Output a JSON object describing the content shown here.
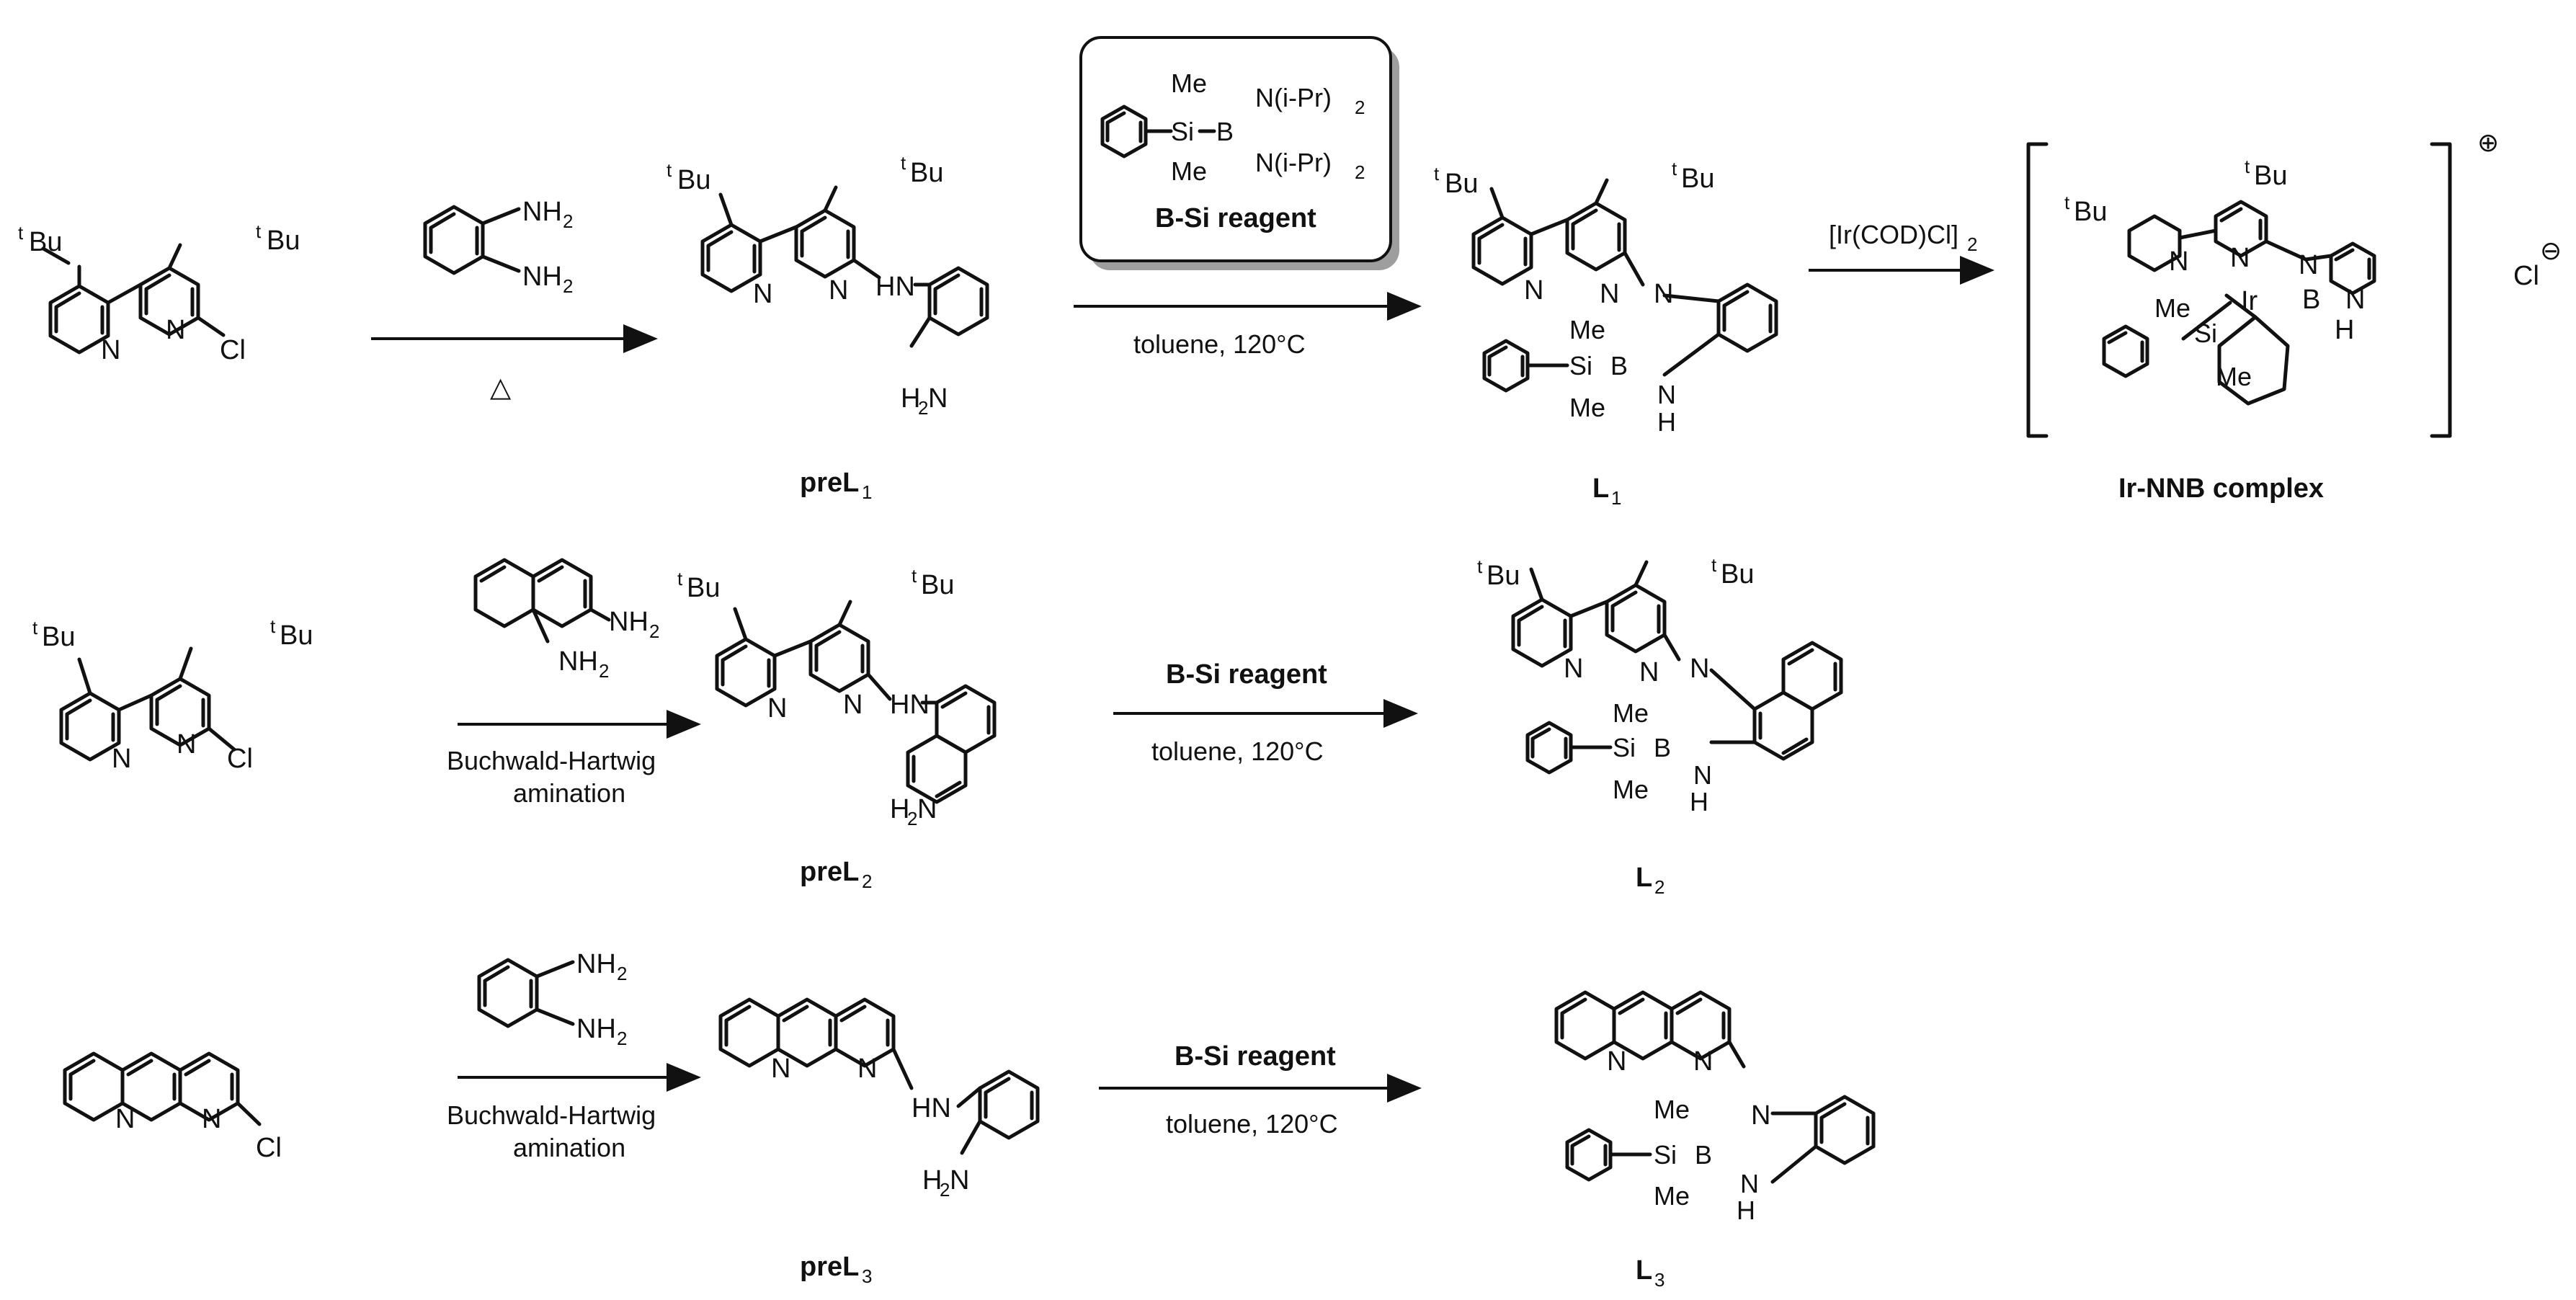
{
  "tert_butyl": "Bu",
  "tert_butyl_prefix": "t",
  "italic_t": "t",
  "chloro": "Cl",
  "nitrogen": "N",
  "amine_nh2": "NH",
  "amine_h2n": "H",
  "nh_link": "HN",
  "nh_short": "NH",
  "h_atom": "H",
  "methyl": "Me",
  "silicon": "Si",
  "boron": "B",
  "iridium": "Ir",
  "reagent_amine": "N(i-Pr)",
  "heat_symbol": "△",
  "row1": {
    "reagent_box_label": "B-Si reagent",
    "cond_toluene": "toluene, 120°C",
    "cond_ir": "[Ir(COD)Cl]",
    "prel_label": "preL",
    "prel_sub": "1",
    "l_label": "L",
    "l_sub": "1",
    "complex_label": "Ir-NNB complex",
    "charge_plus": "⊕",
    "counterion": "Cl",
    "charge_minus": "⊖"
  },
  "row2": {
    "amination_line1": "Buchwald-Hartwig",
    "amination_line2": "amination",
    "bsi": "B-Si reagent",
    "cond_toluene": "toluene, 120°C",
    "prel_label": "preL",
    "prel_sub": "2",
    "l_label": "L",
    "l_sub": "2"
  },
  "row3": {
    "amination_line1": "Buchwald-Hartwig",
    "amination_line2": "amination",
    "bsi": "B-Si reagent",
    "cond_toluene": "toluene, 120°C",
    "prel_label": "preL",
    "prel_sub": "3",
    "l_label": "L",
    "l_sub": "3"
  }
}
